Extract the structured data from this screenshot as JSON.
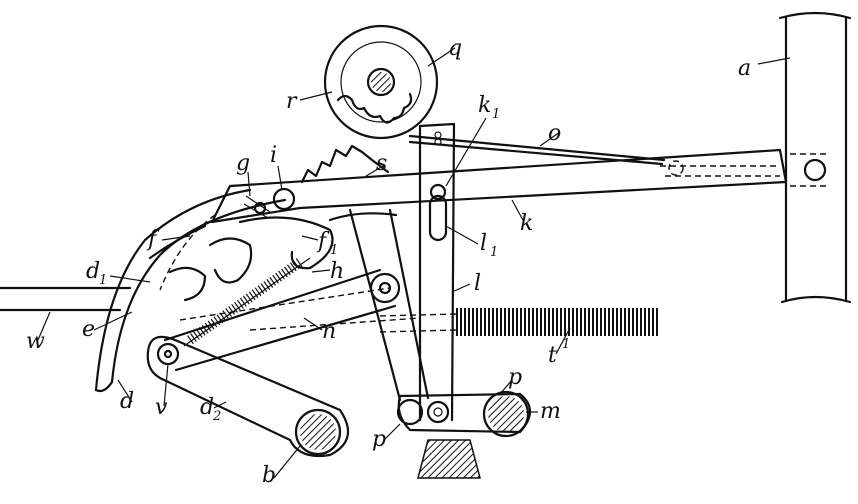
{
  "labels": {
    "a": "a",
    "o": "o",
    "q": "q",
    "r": "r",
    "k1": "k",
    "k1_sub": "1",
    "s": "s",
    "g": "g",
    "i": "i",
    "f": "f",
    "f1": "f",
    "f1_sub": "1",
    "l1": "l",
    "l1_sub": "1",
    "k": "k",
    "l": "l",
    "h": "h",
    "d1": "d",
    "d1_sub": "1",
    "n": "n",
    "t1": "t",
    "t1_sup": "1",
    "w": "w",
    "e": "e",
    "v": "v",
    "d": "d",
    "d2": "d",
    "d2_sub": "2",
    "p_upper": "p",
    "p_lower": "p",
    "m": "m",
    "b": "b"
  }
}
